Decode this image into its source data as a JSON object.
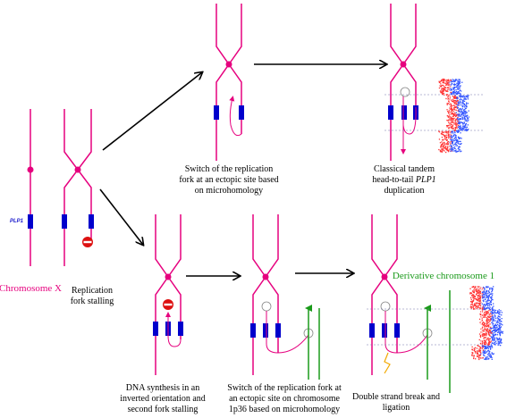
{
  "colors": {
    "chromosome": "#e6007e",
    "gene": "#0000cc",
    "arrow": "#000000",
    "derivative": "#1a9a1a",
    "stall_sign": "#dd1111",
    "cnv_gain": "#ff3333",
    "cnv_neutral": "#3355ff",
    "break": "#f2a900"
  },
  "labels": {
    "chromosome_x": "Chromosome X",
    "gene_name": "PLP1",
    "fork_stalling": [
      "Replication",
      "fork stalling"
    ],
    "switch_microhomology": [
      "Switch of the replication",
      "fork at an ectopic site based",
      "on microhomology"
    ],
    "classical_duplication": [
      "Classical tandem",
      "head-to-tail PLP1",
      "duplication"
    ],
    "inverted_synthesis": [
      "DNA synthesis in an",
      "inverted orientation and",
      "second fork stalling"
    ],
    "switch_1p36": [
      "Switch of the replication fork at",
      "an ectopic site on chromosome",
      "1p36 based on microhomology"
    ],
    "dsb_ligation": [
      "Double strand break and",
      "ligation"
    ],
    "derivative_chromosome": "Derivative chromosome 1"
  },
  "icons": [
    "replication-fork-icon",
    "gene-box-icon",
    "stall-sign-icon",
    "cnv-plot-icon",
    "flow-arrow-icon"
  ]
}
